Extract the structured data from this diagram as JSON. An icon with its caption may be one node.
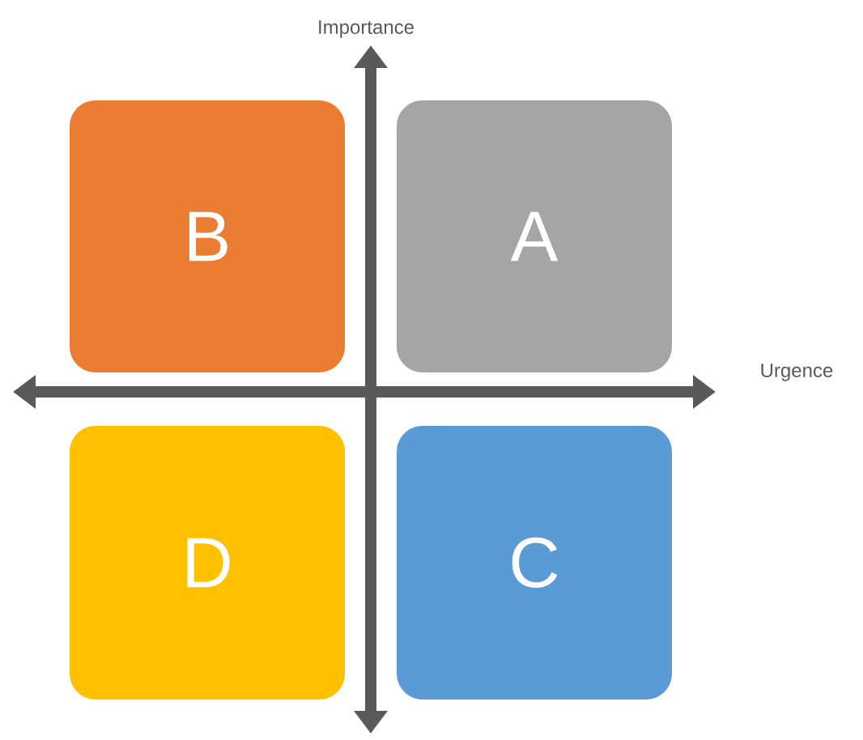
{
  "diagram": {
    "nodes": [
      {
        "text": [
          "B"
        ]
      },
      {
        "text": [
          "A"
        ]
      },
      {
        "text": [
          "D"
        ]
      },
      {
        "text": [
          "C"
        ]
      }
    ],
    "labels": [
      "Importance",
      "Urgence"
    ]
  }
}
